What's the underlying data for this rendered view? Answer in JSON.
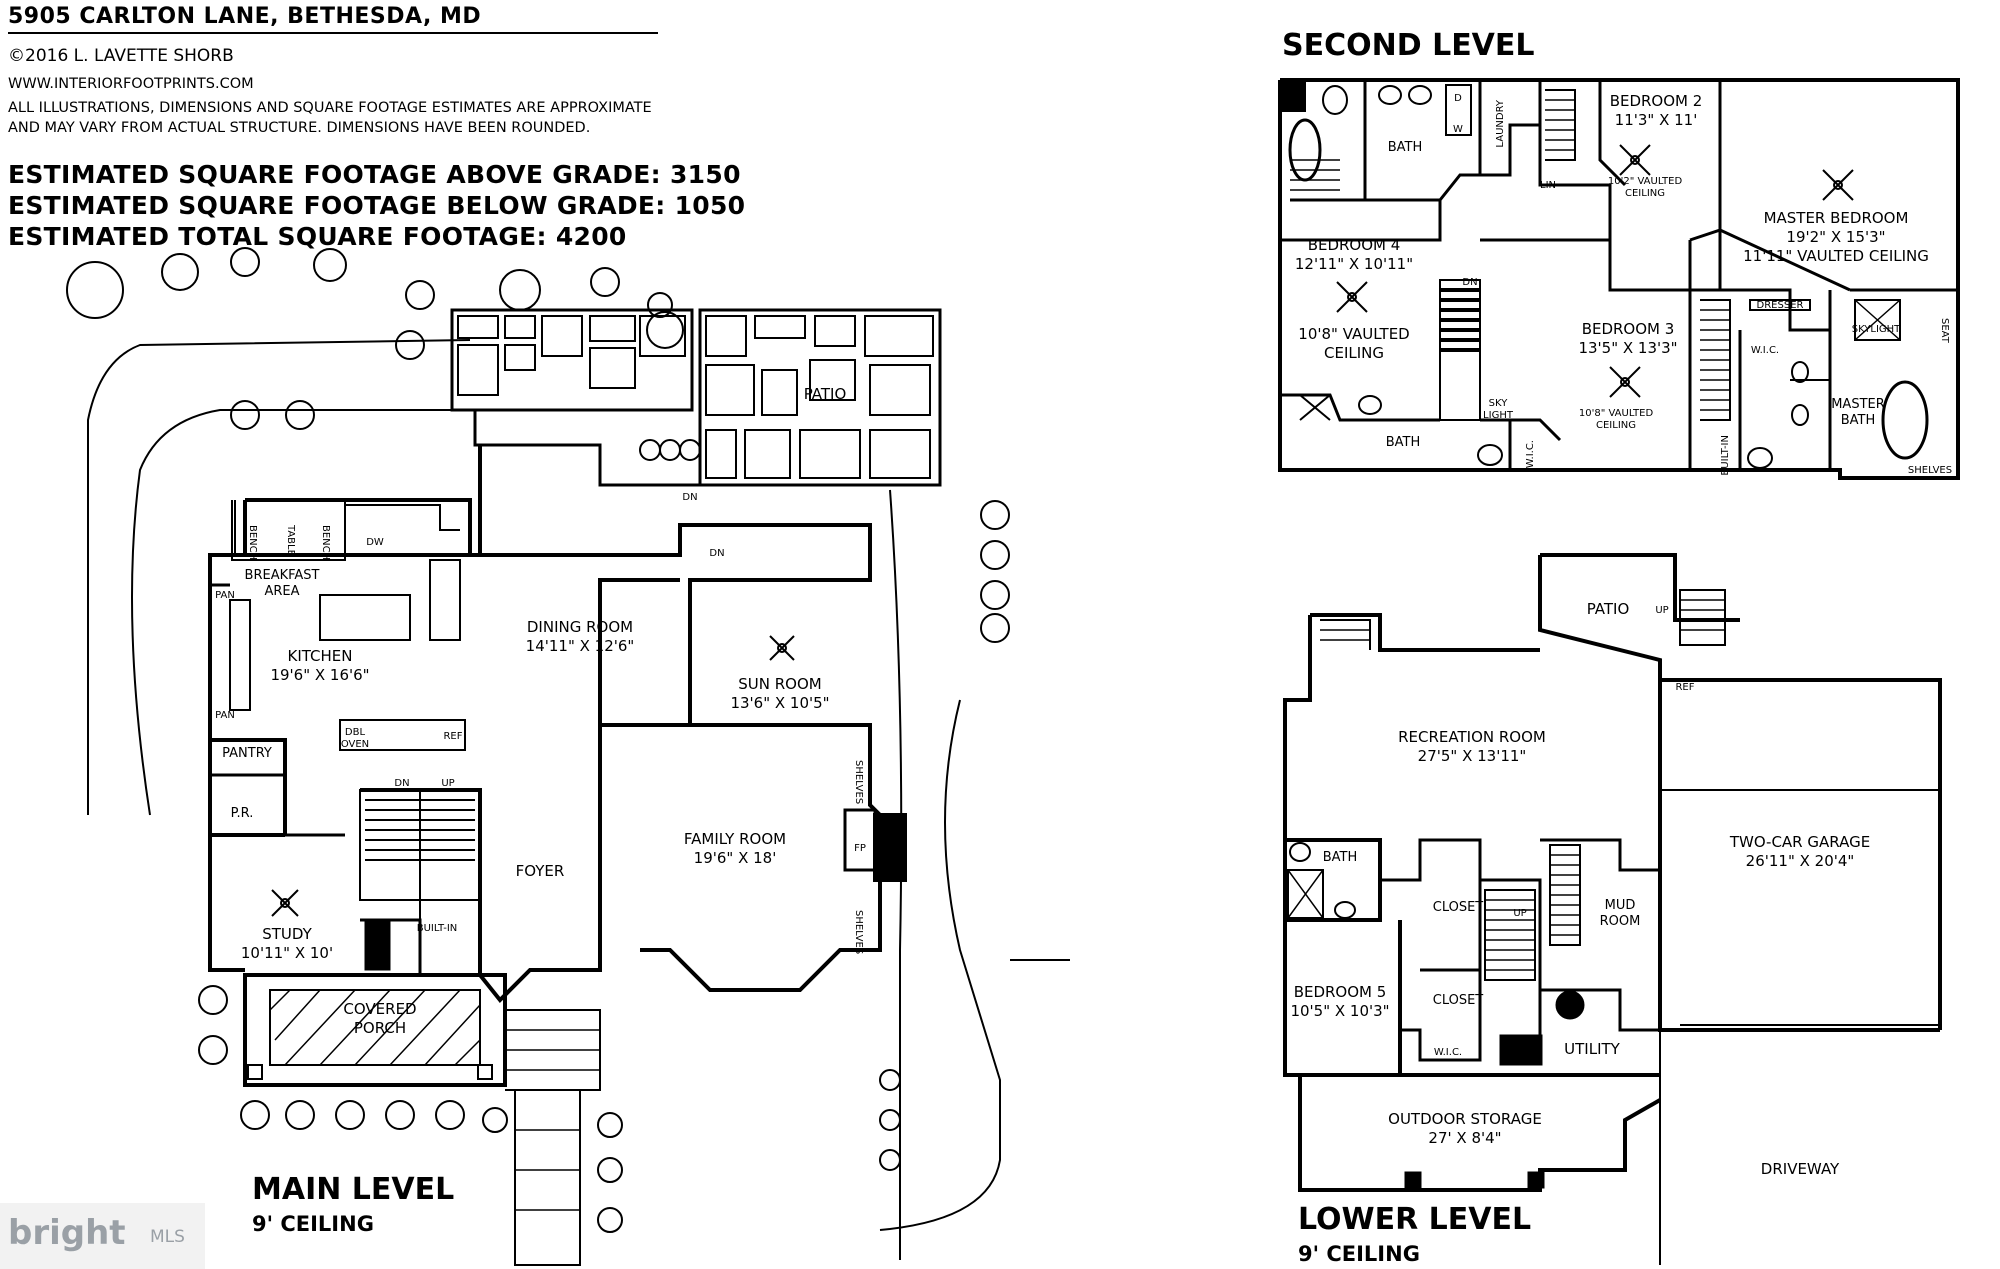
{
  "header": {
    "address": "5905 CARLTON LANE, BETHESDA, MD",
    "copyright": "©2016 L. LAVETTE SHORB",
    "website": "WWW.INTERIORFOOTPRINTS.COM",
    "disclaimer_1": "ALL ILLUSTRATIONS, DIMENSIONS AND SQUARE FOOTAGE ESTIMATES ARE APPROXIMATE",
    "disclaimer_2": "AND MAY VARY FROM ACTUAL STRUCTURE. DIMENSIONS HAVE BEEN ROUNDED.",
    "sqft_above": "ESTIMATED SQUARE FOOTAGE ABOVE GRADE: 3150",
    "sqft_below": "ESTIMATED SQUARE FOOTAGE BELOW GRADE: 1050",
    "sqft_total": "ESTIMATED TOTAL SQUARE FOOTAGE: 4200"
  },
  "levels": {
    "main": {
      "title": "MAIN LEVEL",
      "ceiling": "9' CEILING"
    },
    "second": {
      "title": "SECOND LEVEL"
    },
    "lower": {
      "title": "LOWER LEVEL",
      "ceiling": "9' CEILING"
    }
  },
  "main_labels": {
    "patio": "PATIO",
    "bench1": "BENCH",
    "table": "TABLE",
    "bench2": "BENCH",
    "breakfast": "BREAKFAST\nAREA",
    "dw": "DW",
    "pan1": "PAN",
    "pan2": "PAN",
    "kitchen": "KITCHEN\n19'6\" X 16'6\"",
    "dbl_oven": "DBL\nOVEN",
    "ref": "REF",
    "pantry": "PANTRY",
    "pr": "P.R.",
    "dining": "DINING ROOM\n14'11\" X 12'6\"",
    "sun": "SUN ROOM\n13'6\" X 10'5\"",
    "dn1": "DN",
    "dn2": "DN",
    "dn3": "DN",
    "up1": "UP",
    "family": "FAMILY ROOM\n19'6\" X 18'",
    "fp": "FP",
    "shelves1": "SHELVES",
    "shelves2": "SHELVES",
    "foyer": "FOYER",
    "study": "STUDY\n10'11\" X 10'",
    "builtin": "BUILT-IN",
    "porch": "COVERED\nPORCH"
  },
  "second_labels": {
    "bath1": "BATH",
    "d": "D",
    "w": "W",
    "laundry": "LAUNDRY",
    "lin": "LIN",
    "bed2": "BEDROOM 2\n11'3\" X 11'",
    "bed2_ceiling": "10'2\" VAULTED\nCEILING",
    "master": "MASTER BEDROOM\n19'2\" X 15'3\"\n11'11\" VAULTED CEILING",
    "bed4": "BEDROOM 4\n12'11\" X 10'11\"",
    "bed4_ceiling": "10'8\" VAULTED\nCEILING",
    "dn": "DN",
    "bed3": "BEDROOM 3\n13'5\" X 13'3\"",
    "bed3_ceiling": "10'8\" VAULTED\nCEILING",
    "dresser": "DRESSER",
    "skylight": "SKYLIGHT",
    "seat": "SEAT",
    "wic": "W.I.C.",
    "master_bath": "MASTER\nBATH",
    "bath2": "BATH",
    "sky_light": "SKY\nLIGHT",
    "wic2": "W.I.C.",
    "builtin": "BUILT-IN",
    "shelves": "SHELVES"
  },
  "lower_labels": {
    "patio": "PATIO",
    "up1": "UP",
    "ref": "REF",
    "rec": "RECREATION ROOM\n27'5\" X 13'11\"",
    "garage": "TWO-CAR GARAGE\n26'11\" X 20'4\"",
    "bath": "BATH",
    "closet1": "CLOSET",
    "closet2": "CLOSET",
    "up2": "UP",
    "mud": "MUD\nROOM",
    "bed5": "BEDROOM 5\n10'5\" X 10'3\"",
    "wic": "W.I.C.",
    "utility": "UTILITY",
    "storage": "OUTDOOR STORAGE\n27' X 8'4\"",
    "driveway": "DRIVEWAY"
  },
  "watermark": {
    "brand": "bright",
    "suffix": "MLS"
  }
}
